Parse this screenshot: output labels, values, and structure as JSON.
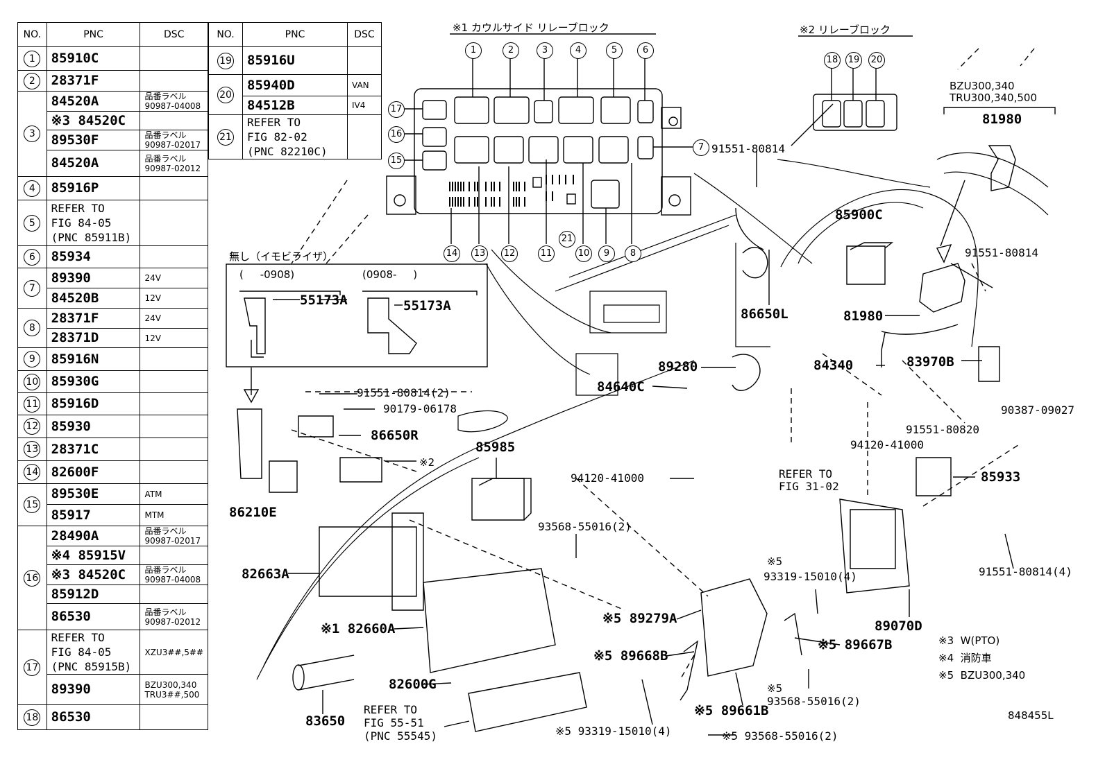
{
  "table_left": {
    "headers": [
      "NO.",
      "PNC",
      "DSC"
    ],
    "rows": [
      {
        "no": "1",
        "pnc": "85910C",
        "dsc": ""
      },
      {
        "no": "2",
        "pnc": "28371F",
        "dsc": ""
      },
      {
        "no": "3",
        "pnc": "84520A",
        "dsc": "品番ラベル\n90987-04008"
      },
      {
        "no": "",
        "pnc": "※3 84520C",
        "dsc": ""
      },
      {
        "no": "",
        "pnc": "89530F",
        "dsc": "品番ラベル\n90987-02017"
      },
      {
        "no": "",
        "pnc": "84520A",
        "dsc": "品番ラベル\n90987-02012"
      },
      {
        "no": "4",
        "pnc": "85916P",
        "dsc": ""
      },
      {
        "no": "5",
        "pnc": "REFER TO\nFIG 84-05\n(PNC 85911B)",
        "dsc": ""
      },
      {
        "no": "6",
        "pnc": "85934",
        "dsc": ""
      },
      {
        "no": "7",
        "pnc": "89390",
        "dsc": "24V"
      },
      {
        "no": "",
        "pnc": "84520B",
        "dsc": "12V"
      },
      {
        "no": "8",
        "pnc": "28371F",
        "dsc": "24V"
      },
      {
        "no": "",
        "pnc": "28371D",
        "dsc": "12V"
      },
      {
        "no": "9",
        "pnc": "85916N",
        "dsc": ""
      },
      {
        "no": "10",
        "pnc": "85930G",
        "dsc": ""
      },
      {
        "no": "11",
        "pnc": "85916D",
        "dsc": ""
      },
      {
        "no": "12",
        "pnc": "85930",
        "dsc": ""
      },
      {
        "no": "13",
        "pnc": "28371C",
        "dsc": ""
      },
      {
        "no": "14",
        "pnc": "82600F",
        "dsc": ""
      },
      {
        "no": "15",
        "pnc": "89530E",
        "dsc": "ATM"
      },
      {
        "no": "",
        "pnc": "85917",
        "dsc": "MTM"
      },
      {
        "no": "16",
        "pnc": "28490A",
        "dsc": "品番ラベル\n90987-02017"
      },
      {
        "no": "",
        "pnc": "※4 85915V",
        "dsc": ""
      },
      {
        "no": "",
        "pnc": "※3 84520C",
        "dsc": "品番ラベル\n90987-04008"
      },
      {
        "no": "",
        "pnc": "85912D",
        "dsc": ""
      },
      {
        "no": "",
        "pnc": "86530",
        "dsc": "品番ラベル\n90987-02012"
      },
      {
        "no": "17",
        "pnc": "REFER TO\nFIG 84-05\n(PNC 85915B)",
        "dsc": "XZU3##,5##"
      },
      {
        "no": "",
        "pnc": "89390",
        "dsc": "BZU300,340\nTRU3##,500"
      },
      {
        "no": "18",
        "pnc": "86530",
        "dsc": ""
      }
    ]
  },
  "table_right": {
    "headers": [
      "NO.",
      "PNC",
      "DSC"
    ],
    "rows": [
      {
        "no": "19",
        "pnc": "85916U",
        "dsc": ""
      },
      {
        "no": "20",
        "pnc": "85940D",
        "dsc": "VAN"
      },
      {
        "no": "",
        "pnc": "84512B",
        "dsc": "IV4"
      },
      {
        "no": "21",
        "pnc": "REFER TO\nFIG 82-02\n(PNC 82210C)",
        "dsc": ""
      }
    ]
  },
  "headings": {
    "cowl_relay_block": "※1 カウルサイド リレーブロック",
    "relay_block": "※2 リレーブロック",
    "immobilizer_none": "無し（イモビライザ）",
    "range_a": "(     -0908)",
    "range_b": "(0908-     )",
    "applicability": "BZU300,340\nTRU300,340,500"
  },
  "relay_numbers": {
    "top": [
      "1",
      "2",
      "3",
      "4",
      "5",
      "6"
    ],
    "left": [
      "17",
      "16",
      "15"
    ],
    "right": [
      "7"
    ],
    "bottom": [
      "14",
      "13",
      "12",
      "11",
      "21",
      "10",
      "9",
      "8"
    ],
    "block2": [
      "18",
      "19",
      "20"
    ]
  },
  "callouts": {
    "c55173a_1": "55173A",
    "c55173a_2": "55173A",
    "c91551_top": "91551-80814",
    "c81980_top": "81980",
    "c85900c": "85900C",
    "c91551_right": "91551-80814",
    "c86650l": "86650L",
    "c81980_mid": "81980",
    "c89280": "89280",
    "c84340": "84340",
    "c83970b": "83970B",
    "c84640c": "84640C",
    "c91551_2": "91551-80814(2)",
    "c90179": "90179-06178",
    "c86650r": "86650R",
    "c2mark": "※2",
    "c90387": "90387-09027",
    "c91551_80820": "91551-80820",
    "c94120_a": "94120-41000",
    "c85985": "85985",
    "c94120_b": "94120-41000",
    "c86210e": "86210E",
    "c85933": "85933",
    "c93568_2": "93568-55016(2)",
    "c82663a": "82663A",
    "c5mark_a": "※5",
    "c93319_a": "93319-15010(4)",
    "c91551_4": "91551-80814(4)",
    "c89279a": "※5 89279A",
    "c82660a": "※1 82660A",
    "c89070d": "89070D",
    "c89668b": "※5 89668B",
    "c89667b": "※5 89667B",
    "c5mark_b": "※5",
    "c93568_b": "93568-55016(2)",
    "c82600g": "82600G",
    "c89661b": "※5 89661B",
    "c83650": "83650",
    "c93319_b": "※5 93319-15010(4)",
    "c93568_c": "※5 93568-55016(2)",
    "refer_fig31": "REFER TO\nFIG 31-02",
    "refer_fig55": "REFER TO\nFIG 55-51\n(PNC 55545)",
    "diagram_id": "848455L"
  },
  "notes": [
    "※3  W(PTO)",
    "※4  消防車",
    "※5  BZU300,340"
  ]
}
